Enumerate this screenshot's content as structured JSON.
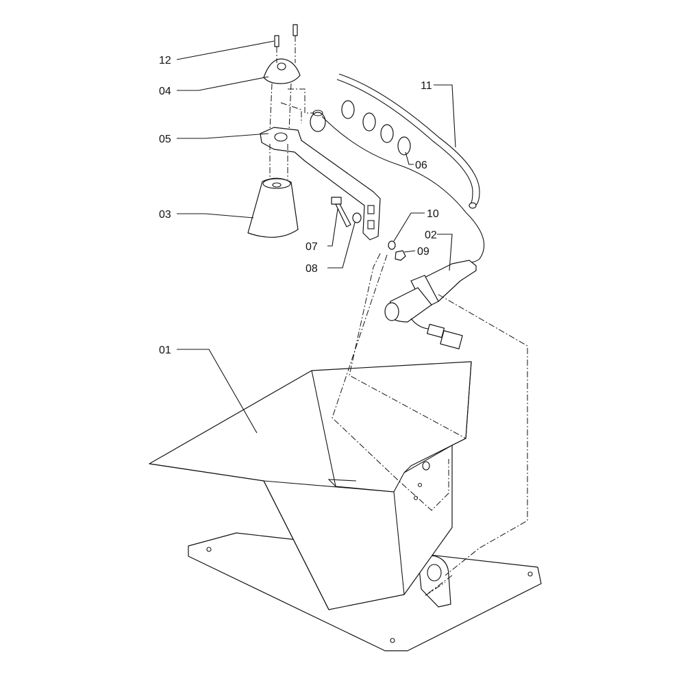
{
  "diagram": {
    "type": "exploded parts view",
    "colors": {
      "line": "#111111",
      "background": "#ffffff"
    },
    "callouts": [
      {
        "id": "12",
        "label": "12"
      },
      {
        "id": "04",
        "label": "04"
      },
      {
        "id": "05",
        "label": "05"
      },
      {
        "id": "03",
        "label": "03"
      },
      {
        "id": "07",
        "label": "07"
      },
      {
        "id": "08",
        "label": "08"
      },
      {
        "id": "10",
        "label": "10"
      },
      {
        "id": "02",
        "label": "02"
      },
      {
        "id": "09",
        "label": "09"
      },
      {
        "id": "11",
        "label": "11"
      },
      {
        "id": "06",
        "label": "06"
      },
      {
        "id": "01",
        "label": "01"
      }
    ]
  }
}
